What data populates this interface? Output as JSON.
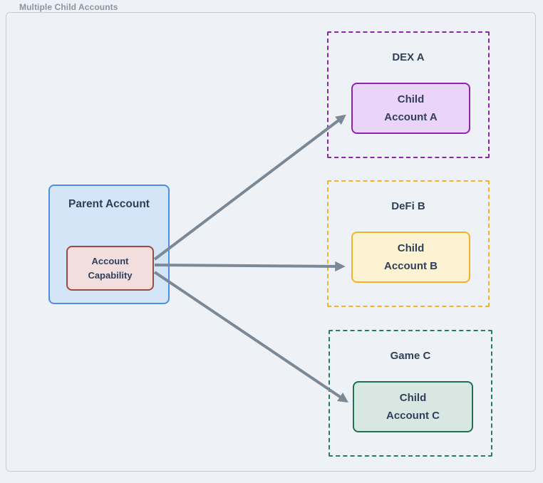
{
  "title": "Multiple Child Accounts",
  "parent": {
    "label": "Parent Account",
    "capability_label": "Account Capability"
  },
  "groups": [
    {
      "label": "DEX A",
      "child_label": "Child Account A"
    },
    {
      "label": "DeFi B",
      "child_label": "Child Account B"
    },
    {
      "label": "Game C",
      "child_label": "Child Account C"
    }
  ],
  "connections": [
    {
      "from": "Account Capability",
      "to": "Child Account A"
    },
    {
      "from": "Account Capability",
      "to": "Child Account B"
    },
    {
      "from": "Account Capability",
      "to": "Child Account C"
    }
  ],
  "colors": {
    "background": "#eef1f5",
    "canvas_border": "#c7ced8",
    "title_text": "#8b95a4",
    "label_text": "#31405a",
    "parent_fill": "#d4e5f7",
    "parent_border": "#4a90e2",
    "capability_fill": "#f1dedd",
    "capability_border": "#9e4a43",
    "dex_accent": "#8e24aa",
    "dex_child_fill": "#ead4f7",
    "defi_accent": "#f0b429",
    "defi_child_fill": "#fdf3d2",
    "game_accent": "#257d64",
    "game_child_border": "#1f6f5a",
    "game_child_fill": "#d8e7e1",
    "arrow": "#7b8896"
  }
}
